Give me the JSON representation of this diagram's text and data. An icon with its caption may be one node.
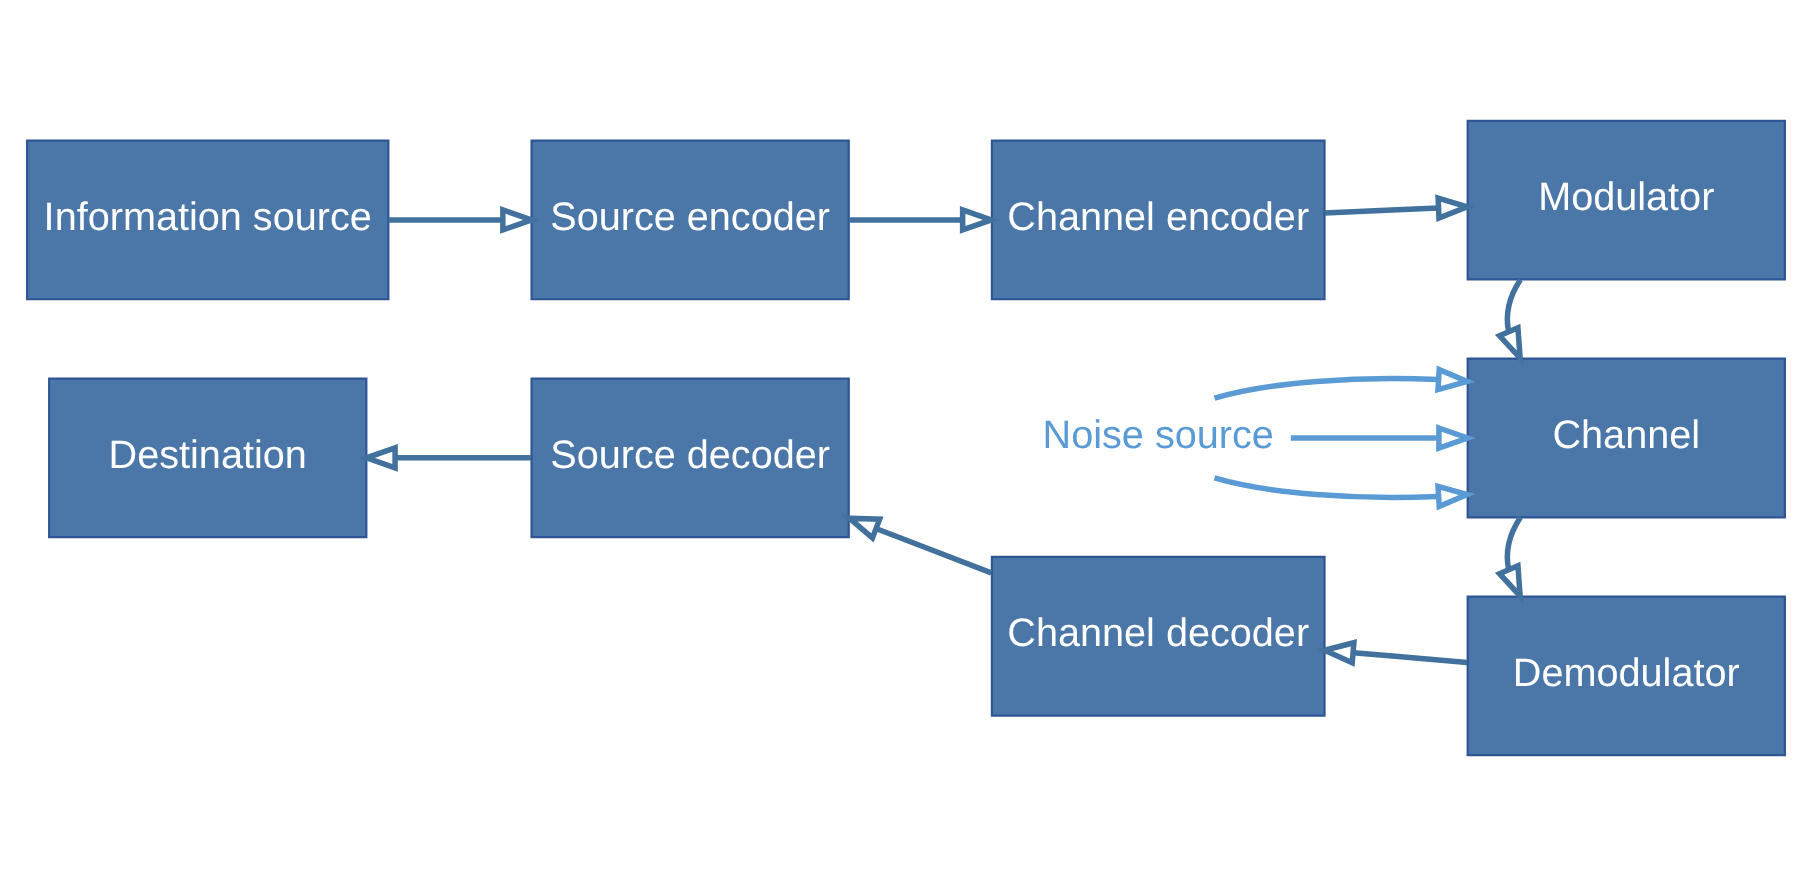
{
  "diagram": {
    "nodes": [
      {
        "text": [
          "Information source"
        ]
      },
      {
        "text": [
          "Source encoder"
        ]
      },
      {
        "text": [
          "Channel encoder"
        ]
      },
      {
        "text": [
          "Modulator"
        ]
      },
      {
        "text": [
          "Channel"
        ]
      },
      {
        "text": [
          "Demodulator"
        ]
      },
      {
        "text": [
          "Channel decoder"
        ]
      },
      {
        "text": [
          "Source decoder"
        ]
      },
      {
        "text": [
          "Destination"
        ]
      },
      {
        "text": [
          "Noise source"
        ]
      }
    ],
    "edges": [
      {
        "from": 0,
        "to": 1,
        "arrow": "to"
      },
      {
        "from": 1,
        "to": 2,
        "arrow": "to"
      },
      {
        "from": 2,
        "to": 3,
        "arrow": "to"
      },
      {
        "from": 3,
        "to": 4,
        "arrow": "to"
      },
      {
        "from": 4,
        "to": 5,
        "arrow": "to"
      },
      {
        "from": 5,
        "to": 6,
        "arrow": "to"
      },
      {
        "from": 6,
        "to": 7,
        "arrow": "to"
      },
      {
        "from": 7,
        "to": 8,
        "arrow": "to"
      },
      {
        "from": 9,
        "to": 4,
        "arrow": "to",
        "color": "#5b9bd5"
      },
      {
        "from": 9,
        "to": 4,
        "arrow": "to",
        "color": "#5b9bd5"
      },
      {
        "from": 9,
        "to": 4,
        "arrow": "to",
        "color": "#5b9bd5"
      }
    ]
  }
}
